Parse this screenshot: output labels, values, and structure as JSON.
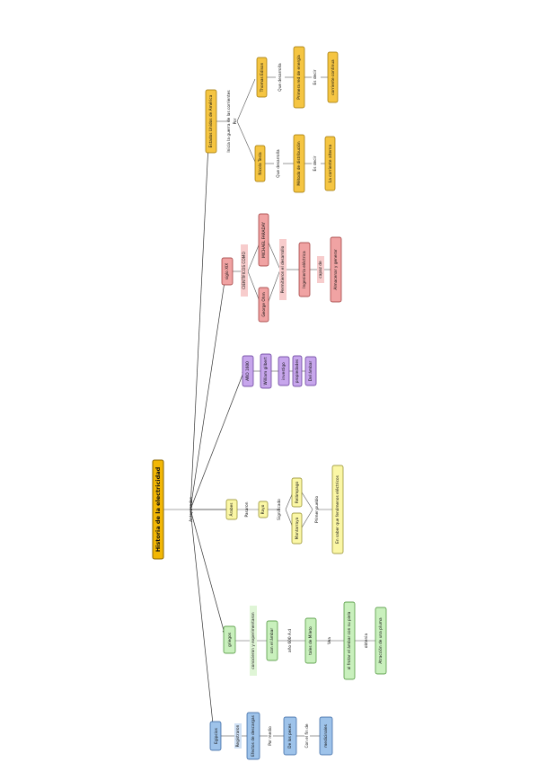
{
  "title": "Historia de la electricidad",
  "hub_label": "Antepasados",
  "colors": {
    "title_fill": "#f2b705",
    "title_stroke": "#8a6400",
    "blue": "#9ec3ea",
    "blue_stroke": "#2d5d9c",
    "green": "#c9f0bd",
    "green_stroke": "#3f8a2b",
    "yellow": "#fbf7a6",
    "yellow_stroke": "#8a8420",
    "purple": "#c7a6ec",
    "purple_stroke": "#5a2f92",
    "red": "#f0a3a3",
    "red_stroke": "#983030",
    "orange": "#f5c542",
    "orange_stroke": "#9a7100"
  },
  "branches": {
    "egipcios": {
      "head": "Egipcios",
      "labels": [
        "Registraron",
        "Por medio",
        "Con el fin de"
      ],
      "nodes": [
        "Efectos de descargas",
        "De los peces",
        "medicinales"
      ]
    },
    "griegos": {
      "head": "griegos",
      "labels": [
        "conocieron y experimentaron",
        "año 600 A.d",
        "Vea"
      ],
      "nodes": [
        "con el ámbar",
        "tales de Mileto",
        "al frotar el ámbar con su piela",
        "Atracción de una pluma"
      ],
      "note": "obtenia"
    },
    "arabes": {
      "head": "Árabes",
      "labels": [
        "Pasaron",
        "Significado",
        "Primer pueblo"
      ],
      "nodes": [
        "Rayo",
        "Relámpago",
        "Mantarraya",
        "En saber que fenómenos eléctricos"
      ]
    },
    "anio1600": {
      "head": "AÑO 1600",
      "nodes": [
        "William gilbert",
        "investigo",
        "propiedades",
        "Del ámbar"
      ]
    },
    "sigloxix": {
      "head": "siglo XIX",
      "labels": [
        "CIENTÍFICOS COMO",
        "Permitieron el desarrollo",
        "capaz de"
      ],
      "nodes": [
        "MICHAEL FARADAY",
        "George Ohm",
        "Ingeniería eléctrica",
        "Almacenar y generar"
      ]
    },
    "eeuu": {
      "head": "Estados Unidos de América",
      "labels": [
        "Inicia la guerra de las corrientes",
        "Por",
        "Que desarrolla",
        "Que desarrolla",
        "Es decir",
        "Es decir"
      ],
      "nodes": [
        "Nicola Tesla",
        "Thomas Edison",
        "Método de distribución",
        "Primera red de energía",
        "La corriente alterna",
        "corriente continua"
      ]
    }
  }
}
